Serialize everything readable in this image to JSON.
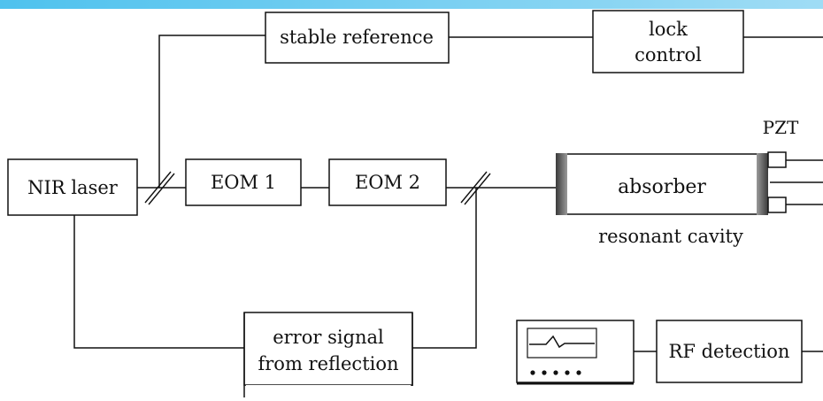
{
  "colors": {
    "top_band": "#5cc8ef",
    "line": "#111111",
    "mirror_dark": "#555555"
  },
  "labels": {
    "stable_reference": "stable reference",
    "lock_control_1": "lock",
    "lock_control_2": "control",
    "pzt": "PZT",
    "nir_laser": "NIR laser",
    "eom1": "EOM 1",
    "eom2": "EOM 2",
    "absorber": "absorber",
    "resonant_cavity": "resonant cavity",
    "error_signal_1": "error signal",
    "error_signal_2": "from reflection",
    "rf_detection": "RF detection"
  }
}
